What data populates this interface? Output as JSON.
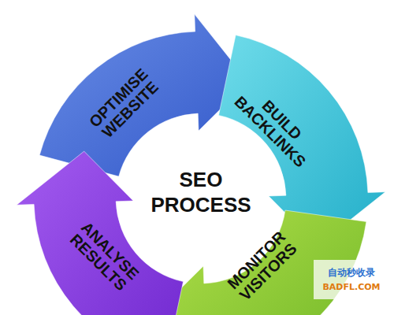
{
  "diagram": {
    "nodes": [
      {
        "text": [
          "OPTIMISE WEBSITE"
        ]
      },
      {
        "text": [
          "BUILD BACKLINKS"
        ]
      },
      {
        "text": [
          "MONITOR VISITORS"
        ]
      },
      {
        "text": [
          "ANALYSE RESULTS"
        ]
      }
    ],
    "labels": [
      "SEO PROCESS",
      "自动秒收录",
      "BADFL.COM"
    ]
  }
}
